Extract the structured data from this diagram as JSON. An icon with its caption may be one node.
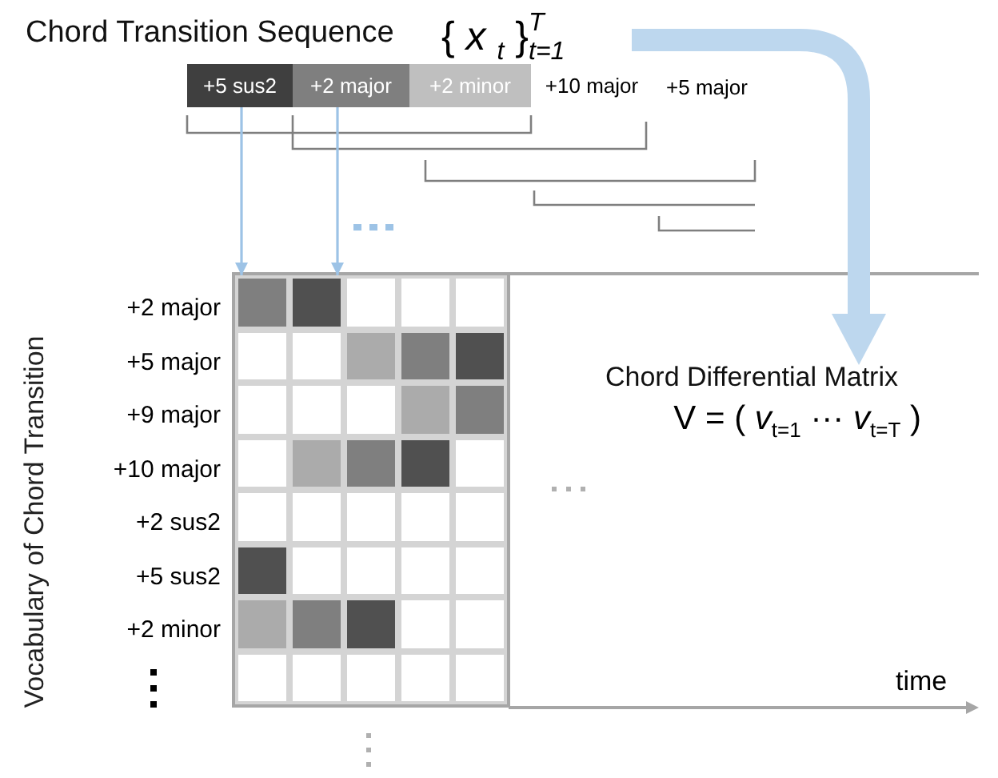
{
  "diagram": {
    "nodes": [
      {
        "text": [
          "+5 sus2"
        ]
      },
      {
        "text": [
          "+2 major"
        ]
      },
      {
        "text": [
          "+2 minor"
        ]
      },
      {
        "text": [
          "+10 major"
        ]
      },
      {
        "text": [
          "+5 major"
        ]
      },
      {
        "text": [],
        "shape": "bar"
      },
      {
        "text": [],
        "shape": "bar"
      },
      {
        "text": [
          "Chord Differential Matrix",
          "V = ( *v*$_{t=1}$ ··· *v*$_{t=T}$ )"
        ]
      }
    ],
    "edges": [
      {
        "from": 0,
        "to": 5,
        "arrow": "to",
        "color": "#9dc3e6"
      },
      {
        "from": 1,
        "to": 6,
        "arrow": "to",
        "color": "#9dc3e6"
      },
      {
        "from": null,
        "to": 7,
        "arrow": "to",
        "style": "thick",
        "color": "#bdd7ee"
      }
    ],
    "labels": [
      "Chord Transition Sequence",
      "{ *x* $_{t}$ }$^{T}$$_{t=1}$",
      "+2 major",
      "+5 major",
      "+9 major",
      "+10 major",
      "+2 sus2",
      "+5 sus2",
      "+2 minor",
      "Vocabulary of Chord Transition",
      "time"
    ]
  }
}
